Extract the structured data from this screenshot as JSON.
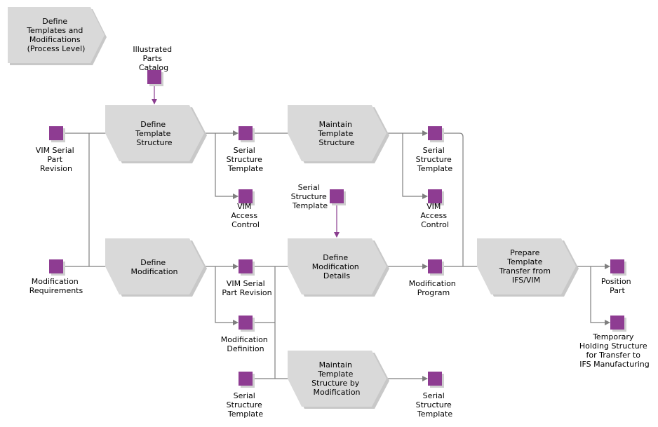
{
  "colors": {
    "step_fill": "#d9d9d9",
    "object_fill": "#8e3c92",
    "connector": "#7f7f7f",
    "input_connector": "#8a3d8f"
  },
  "process": {
    "label": [
      "Define",
      "Templates and",
      "Modifications",
      "(Process Level)"
    ]
  },
  "steps": {
    "define_template_structure": [
      "Define",
      "Template",
      "Structure"
    ],
    "maintain_template_structure": [
      "Maintain",
      "Template",
      "Structure"
    ],
    "define_modification": [
      "Define",
      "Modification"
    ],
    "define_modification_details": [
      "Define",
      "Modification",
      "Details"
    ],
    "prepare_template_transfer": [
      "Prepare",
      "Template",
      "Transfer from",
      "IFS/VIM"
    ],
    "maintain_template_by_modification": [
      "Maintain",
      "Template",
      "Structure by",
      "Modification"
    ]
  },
  "objects": {
    "illustrated_parts_catalog": [
      "Illustrated",
      "Parts",
      "Catalog"
    ],
    "vim_serial_part_revision_in": [
      "VIM Serial",
      "Part",
      "Revision"
    ],
    "serial_structure_template_1": [
      "Serial",
      "Structure",
      "Template"
    ],
    "vim_access_control_1": [
      "VIM",
      "Access",
      "Control"
    ],
    "serial_structure_template_2": [
      "Serial",
      "Structure",
      "Template"
    ],
    "vim_access_control_2": [
      "VIM",
      "Access",
      "Control"
    ],
    "serial_structure_template_input": [
      "Serial",
      "Structure",
      "Template"
    ],
    "modification_requirements": [
      "Modification",
      "Requirements"
    ],
    "vim_serial_part_revision_out": [
      "VIM Serial",
      "Part Revision"
    ],
    "modification_definition": [
      "Modification",
      "Definition"
    ],
    "modification_program": [
      "Modification",
      "Program"
    ],
    "position_part": [
      "Position",
      "Part"
    ],
    "temporary_holding_structure": [
      "Temporary",
      "Holding Structure",
      "for Transfer to",
      "IFS Manufacturing"
    ],
    "serial_structure_template_bottom_in": [
      "Serial",
      "Structure",
      "Template"
    ],
    "serial_structure_template_bottom_out": [
      "Serial",
      "Structure",
      "Template"
    ]
  }
}
